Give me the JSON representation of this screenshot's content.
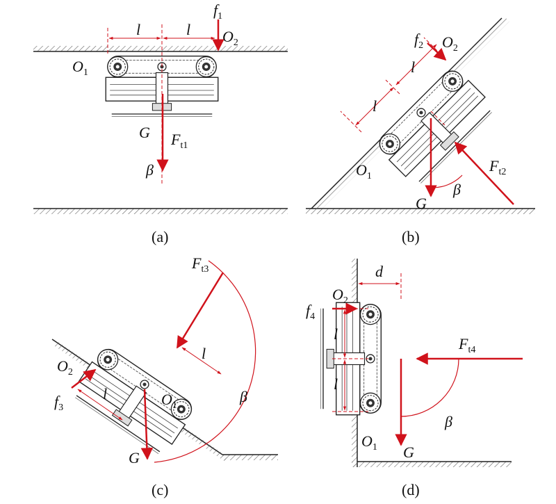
{
  "colors": {
    "force": "#d0121b",
    "line": "#222222",
    "hatch": "#666666"
  },
  "panel_a": {
    "caption": "(a)",
    "l_left": "l",
    "l_right": "l",
    "f": "f",
    "f_sub": "1",
    "o1": "O",
    "o1_sub": "1",
    "o2": "O",
    "o2_sub": "2",
    "g": "G",
    "ft": "F",
    "ft_sub": "t1",
    "beta": "β"
  },
  "panel_b": {
    "caption": "(b)",
    "l_upper": "l",
    "l_lower": "l",
    "f": "f",
    "f_sub": "2",
    "o1": "O",
    "o1_sub": "1",
    "o2": "O",
    "o2_sub": "2",
    "g": "G",
    "ft": "F",
    "ft_sub": "t2",
    "beta": "β"
  },
  "panel_c": {
    "caption": "(c)",
    "l_upper": "l",
    "l_lower": "l",
    "f": "f",
    "f_sub": "3",
    "o1": "O",
    "o1_sub": "1",
    "o2": "O",
    "o2_sub": "2",
    "g": "G",
    "ft": "F",
    "ft_sub": "t3",
    "beta": "β"
  },
  "panel_d": {
    "caption": "(d)",
    "d": "d",
    "l_upper": "l",
    "l_lower": "l",
    "f": "f",
    "f_sub": "4",
    "o1": "O",
    "o1_sub": "1",
    "o2": "O",
    "o2_sub": "2",
    "g": "G",
    "ft": "F",
    "ft_sub": "t4",
    "beta": "β"
  }
}
